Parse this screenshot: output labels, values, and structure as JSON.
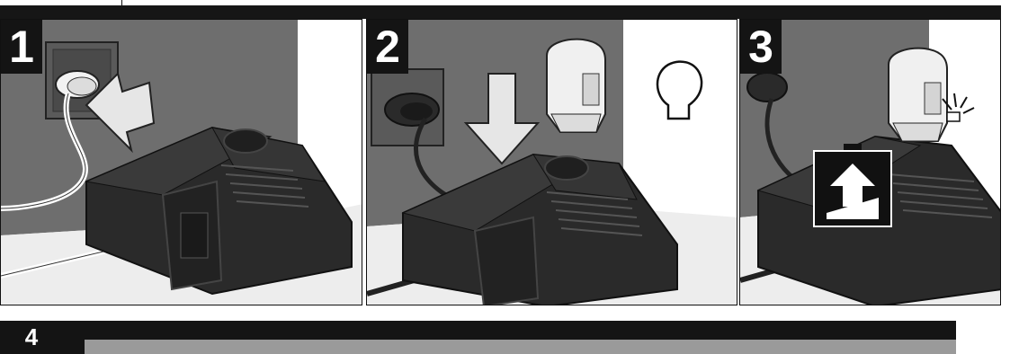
{
  "steps": [
    {
      "number": "1",
      "action": "plug-in-charger"
    },
    {
      "number": "2",
      "action": "insert-battery"
    },
    {
      "number": "3",
      "action": "battery-charging"
    }
  ],
  "section": {
    "number": "4"
  },
  "colors": {
    "dark": "#161616",
    "wall": "#6f6f6f",
    "charger": "#2a2a2a",
    "arrow": "#e6e6e6",
    "gray_bar": "#9a9a9a"
  },
  "icons": [
    "push-arrow-icon",
    "down-arrow-icon",
    "lamp-off-icon",
    "battery-charging-icon",
    "indicator-glow-icon"
  ]
}
